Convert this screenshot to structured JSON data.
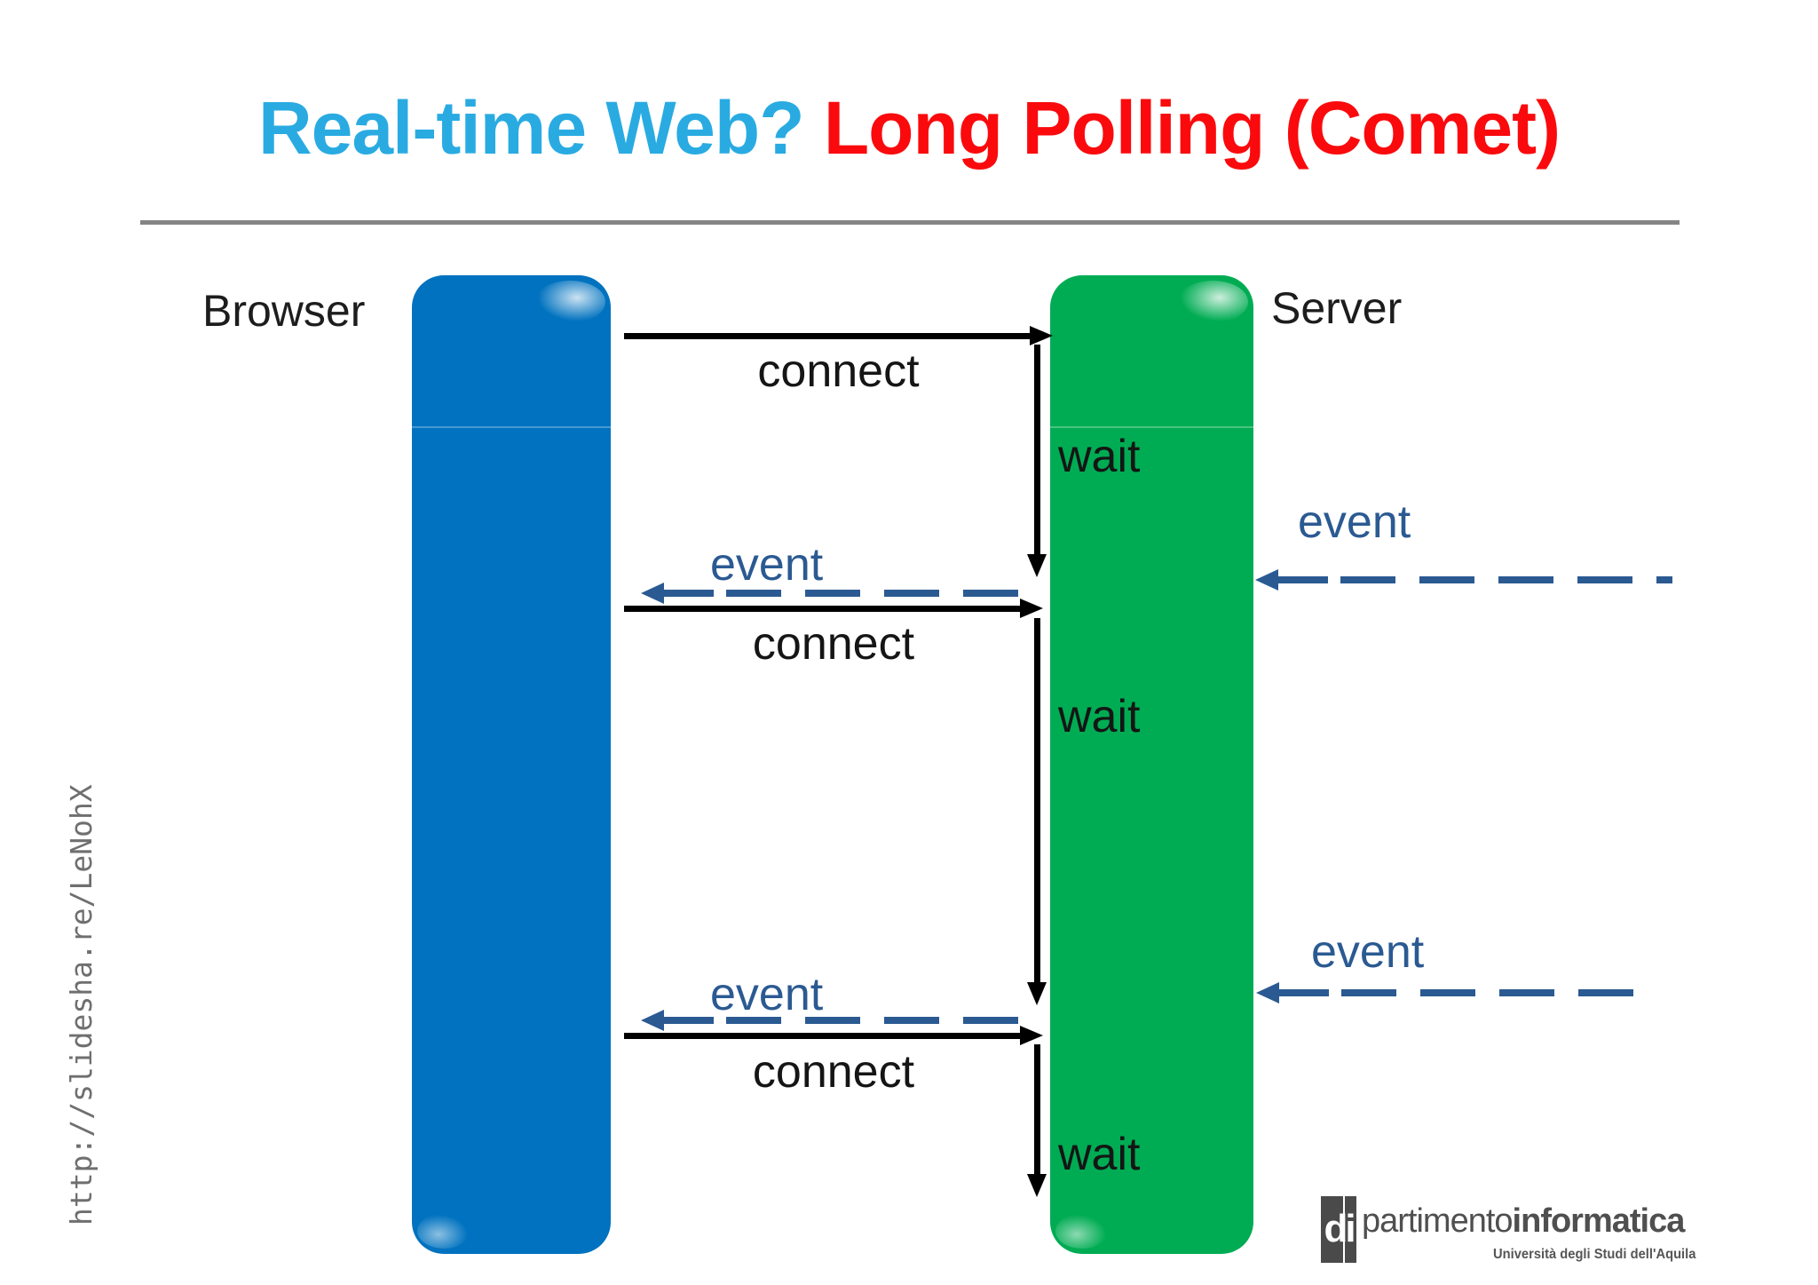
{
  "slide": {
    "title": {
      "blue_text": "Real-time Web? ",
      "red_text": "Long Polling (Comet)"
    },
    "browser_label": "Browser",
    "server_label": "Server",
    "connect_labels": [
      "connect",
      "connect",
      "connect"
    ],
    "wait_labels": [
      "wait",
      "wait",
      "wait"
    ],
    "browser_event_labels": [
      "event",
      "event"
    ],
    "server_event_labels": [
      "event",
      "event"
    ],
    "watermark_url": "http://slidesha.re/LeNohX",
    "logo": {
      "mark": "di",
      "name_regular": "partimento",
      "name_bold": "informatica",
      "subtitle": "Università degli Studi dell'Aquila"
    },
    "colors": {
      "title_blue": "#29ABE2",
      "title_red": "#FA0A0D",
      "browser_bar": "#0072BF",
      "server_bar": "#00AC53",
      "event_blue": "#2B5A92",
      "divider_gray": "#858585",
      "arrow_black": "#000000",
      "watermark_gray": "#6F6F6F",
      "logo_gray": "#4A4A4A"
    }
  }
}
